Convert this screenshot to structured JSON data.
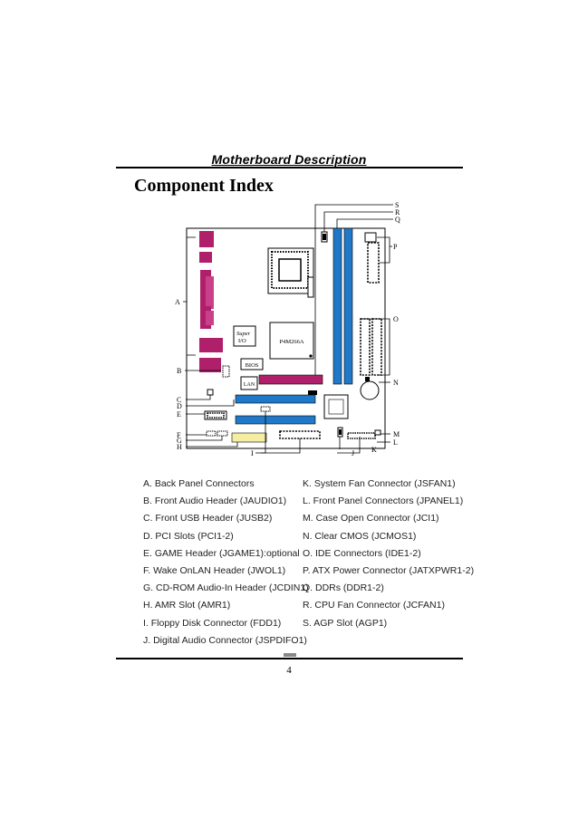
{
  "header": {
    "title": "Motherboard Description"
  },
  "section": {
    "title": "Component Index"
  },
  "board": {
    "chip_label": "P4M266A",
    "super_io": [
      "Super",
      "I/O"
    ],
    "bios_label": "BIOS",
    "lan_label": "LAN",
    "colors": {
      "slot_blue": "#1f78c8",
      "port_pink": "#b0206a",
      "amr_yellow": "#f5eda2"
    }
  },
  "callouts": {
    "A": "A",
    "B": "B",
    "C": "C",
    "D": "D",
    "E": "E",
    "F": "F",
    "G": "G",
    "H": "H",
    "I": "I",
    "J": "J",
    "K": "K",
    "L": "L",
    "M": "M",
    "N": "N",
    "O": "O",
    "P": "P",
    "Q": "Q",
    "R": "R",
    "S": "S"
  },
  "legend": {
    "left": [
      "A. Back Panel Connectors",
      "B. Front Audio Header (JAUDIO1)",
      "C. Front USB Header (JUSB2)",
      "D. PCI Slots (PCI1-2)",
      "E. GAME Header (JGAME1):optional",
      "F. Wake OnLAN Header (JWOL1)",
      "G. CD-ROM Audio-In Header (JCDIN1)",
      "H. AMR Slot (AMR1)",
      "I. Floppy Disk Connector (FDD1)",
      "J. Digital Audio Connector (JSPDIFO1)"
    ],
    "right": [
      "K. System Fan Connector (JSFAN1)",
      "L. Front Panel Connectors (JPANEL1)",
      "M. Case Open Connector (JCI1)",
      "N. Clear CMOS (JCMOS1)",
      "O. IDE Connectors (IDE1-2)",
      "P. ATX Power Connector (JATXPWR1-2)",
      "Q. DDRs (DDR1-2)",
      "R. CPU Fan Connector (JCFAN1)",
      "S. AGP Slot (AGP1)"
    ]
  },
  "footer": {
    "page_number": "4"
  }
}
